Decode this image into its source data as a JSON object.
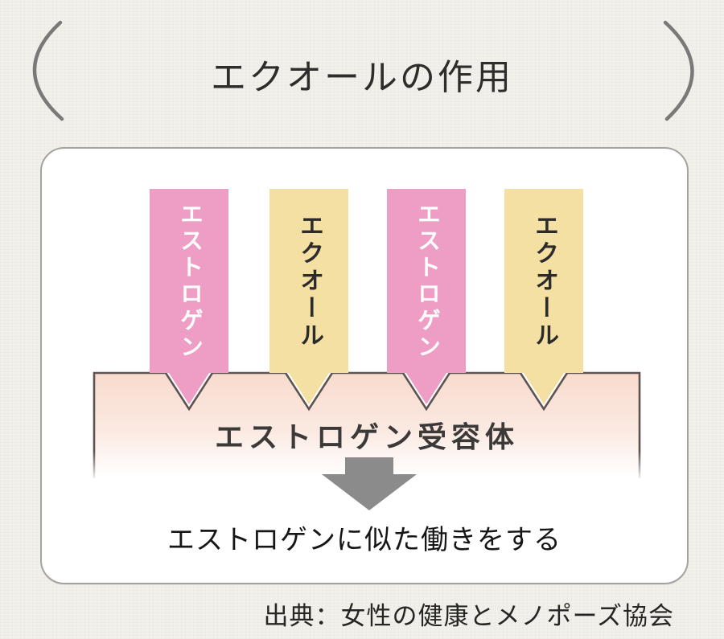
{
  "title": "エクオールの作用",
  "card": {
    "bars": [
      {
        "label": "エストロゲン",
        "substance": "estrogen",
        "color": "#ee9dc4",
        "text_color": "#ffffff"
      },
      {
        "label": "エクオール",
        "substance": "equol",
        "color": "#f5e0a3",
        "text_color": "#2b2b2b"
      },
      {
        "label": "エストロゲン",
        "substance": "estrogen",
        "color": "#ee9dc4",
        "text_color": "#ffffff"
      },
      {
        "label": "エクオール",
        "substance": "equol",
        "color": "#f5e0a3",
        "text_color": "#2b2b2b"
      }
    ],
    "receptor_label": "エストロゲン受容体",
    "result_text": "エストロゲンに似た働きをする"
  },
  "source": "出典：女性の健康とメノポーズ協会",
  "colors": {
    "paren": "#7b7977",
    "band_border": "#5d5452",
    "band_fill_top": "#f8dbce",
    "arrow": "#8b8b8b"
  }
}
